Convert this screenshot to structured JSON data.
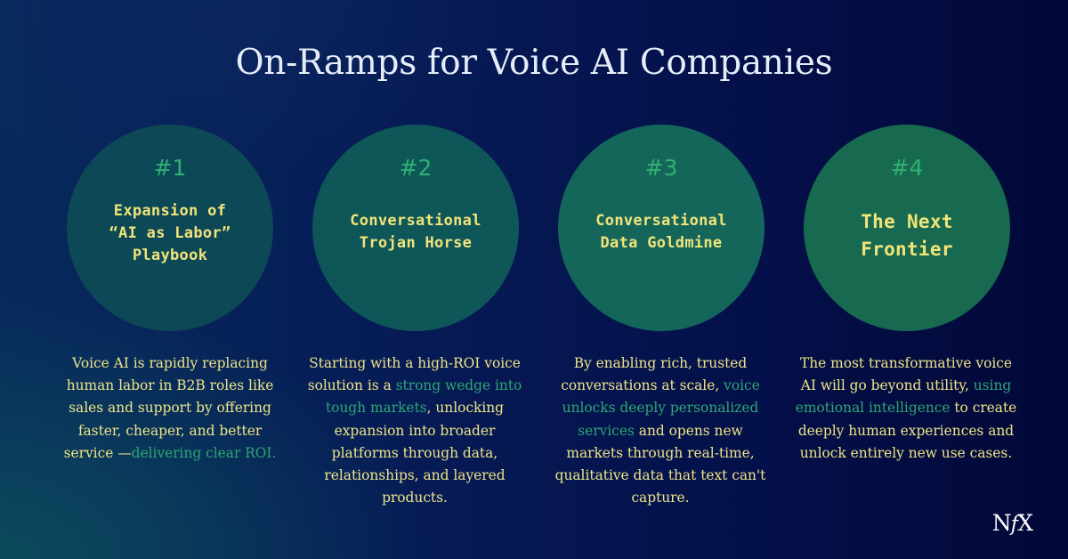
{
  "title": "On-Ramps for Voice AI Companies",
  "colors": {
    "background_dark": "#04104a",
    "background_teal": "#0c505c",
    "title_text": "#e4edf8",
    "number_green": "#2fb173",
    "card_title_yellow": "#f1e47a",
    "body_yellow": "#eee487",
    "highlight_green": "#2ea672"
  },
  "cards": [
    {
      "number": "#1",
      "title_lines": [
        "Expansion of",
        "“AI as Labor”",
        "Playbook"
      ],
      "circle_color": "#0d4856",
      "description": [
        {
          "text": "Voice AI is rapidly replacing human labor in B2B roles like sales and support by offering faster, cheaper, and better service —",
          "highlight": false
        },
        {
          "text": "delivering clear ROI.",
          "highlight": true
        }
      ]
    },
    {
      "number": "#2",
      "title_lines": [
        "Conversational",
        "Trojan Horse"
      ],
      "circle_color": "#0e5658",
      "description": [
        {
          "text": "Starting with a high-ROI voice solution is a ",
          "highlight": false
        },
        {
          "text": "strong wedge into tough markets",
          "highlight": true
        },
        {
          "text": ", unlocking expansion into broader platforms through data, relationships, and layered products.",
          "highlight": false
        }
      ]
    },
    {
      "number": "#3",
      "title_lines": [
        "Conversational",
        "Data Goldmine"
      ],
      "circle_color": "#15665a",
      "description": [
        {
          "text": "By enabling rich, trusted conversations at scale, ",
          "highlight": false
        },
        {
          "text": "voice unlocks deeply personalized services",
          "highlight": true
        },
        {
          "text": " and opens new markets through real-time, qualitative data that text can't capture.",
          "highlight": false
        }
      ]
    },
    {
      "number": "#4",
      "title_lines": [
        "The Next",
        "Frontier"
      ],
      "circle_color": "#17694f",
      "description": [
        {
          "text": "The most transformative voice AI will go beyond utility, ",
          "highlight": false
        },
        {
          "text": "using emotional intelligence",
          "highlight": true
        },
        {
          "text": " to create deeply human experiences and unlock entirely new use cases.",
          "highlight": false
        }
      ]
    }
  ],
  "logo": {
    "part1": "N",
    "part2": "f",
    "part3": "X"
  }
}
